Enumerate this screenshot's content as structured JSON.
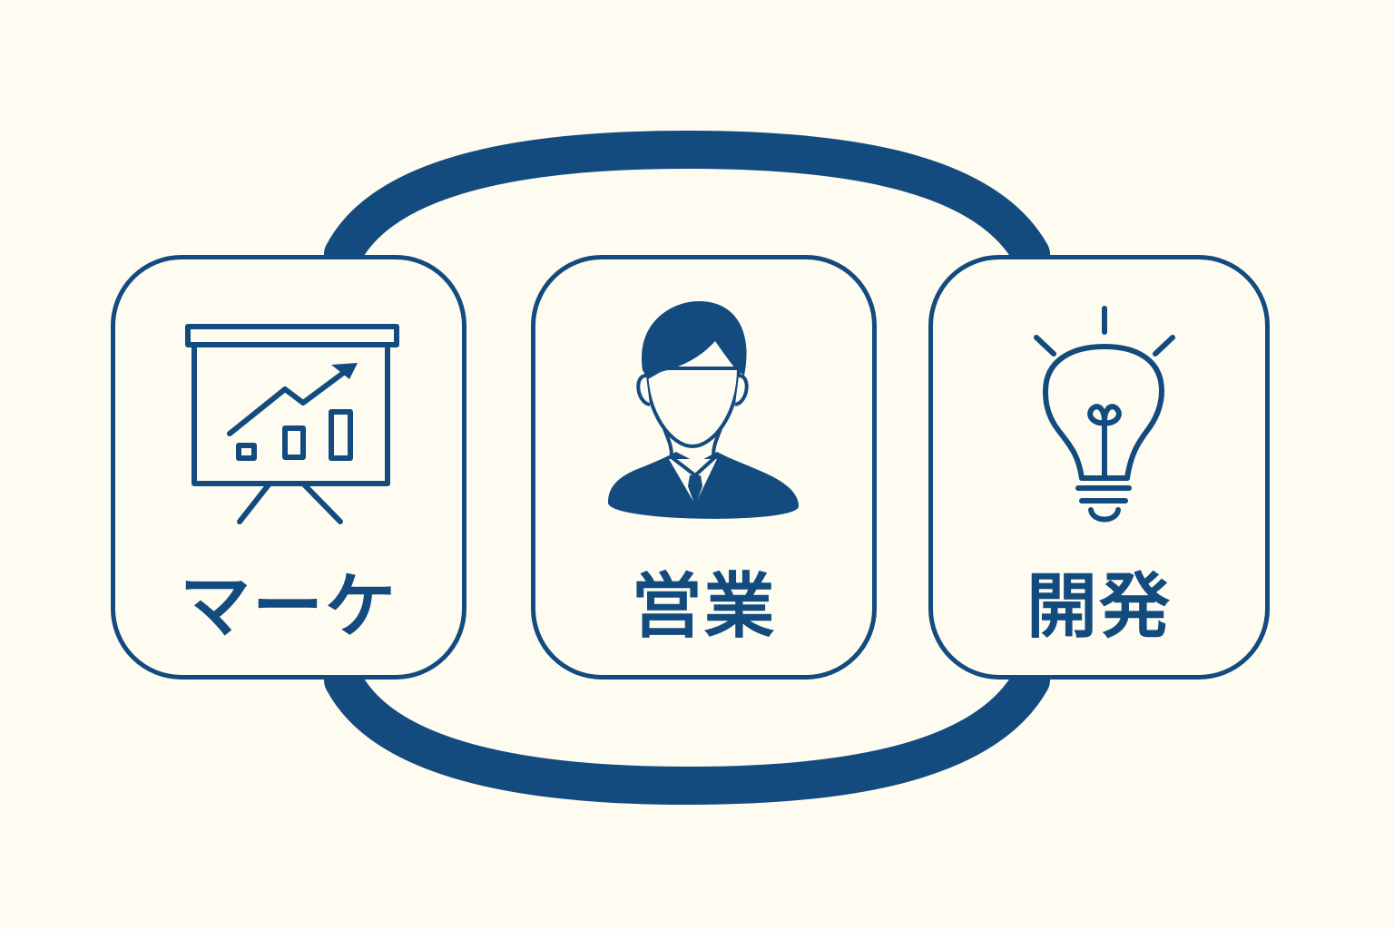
{
  "colors": {
    "background": "#fefcf0",
    "primary": "#134b7f"
  },
  "departments": [
    {
      "label": "マーケ",
      "icon": "presentation-chart-icon"
    },
    {
      "label": "営業",
      "icon": "businessman-icon"
    },
    {
      "label": "開発",
      "icon": "lightbulb-icon"
    }
  ]
}
